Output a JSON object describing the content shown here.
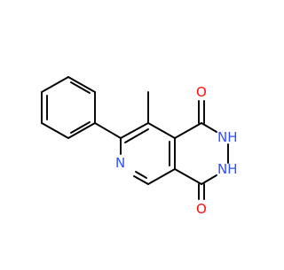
{
  "molecule": {
    "atoms": {
      "n_ring": {
        "label": "N",
        "color": "#3050f8"
      },
      "nh_top": {
        "label": "NH",
        "color": "#3050f8"
      },
      "nh_bottom": {
        "label": "NH",
        "color": "#3050f8"
      },
      "o_top": {
        "label": "O",
        "color": "#ff0d0d"
      },
      "o_bottom": {
        "label": "O",
        "color": "#ff0d0d"
      }
    }
  }
}
